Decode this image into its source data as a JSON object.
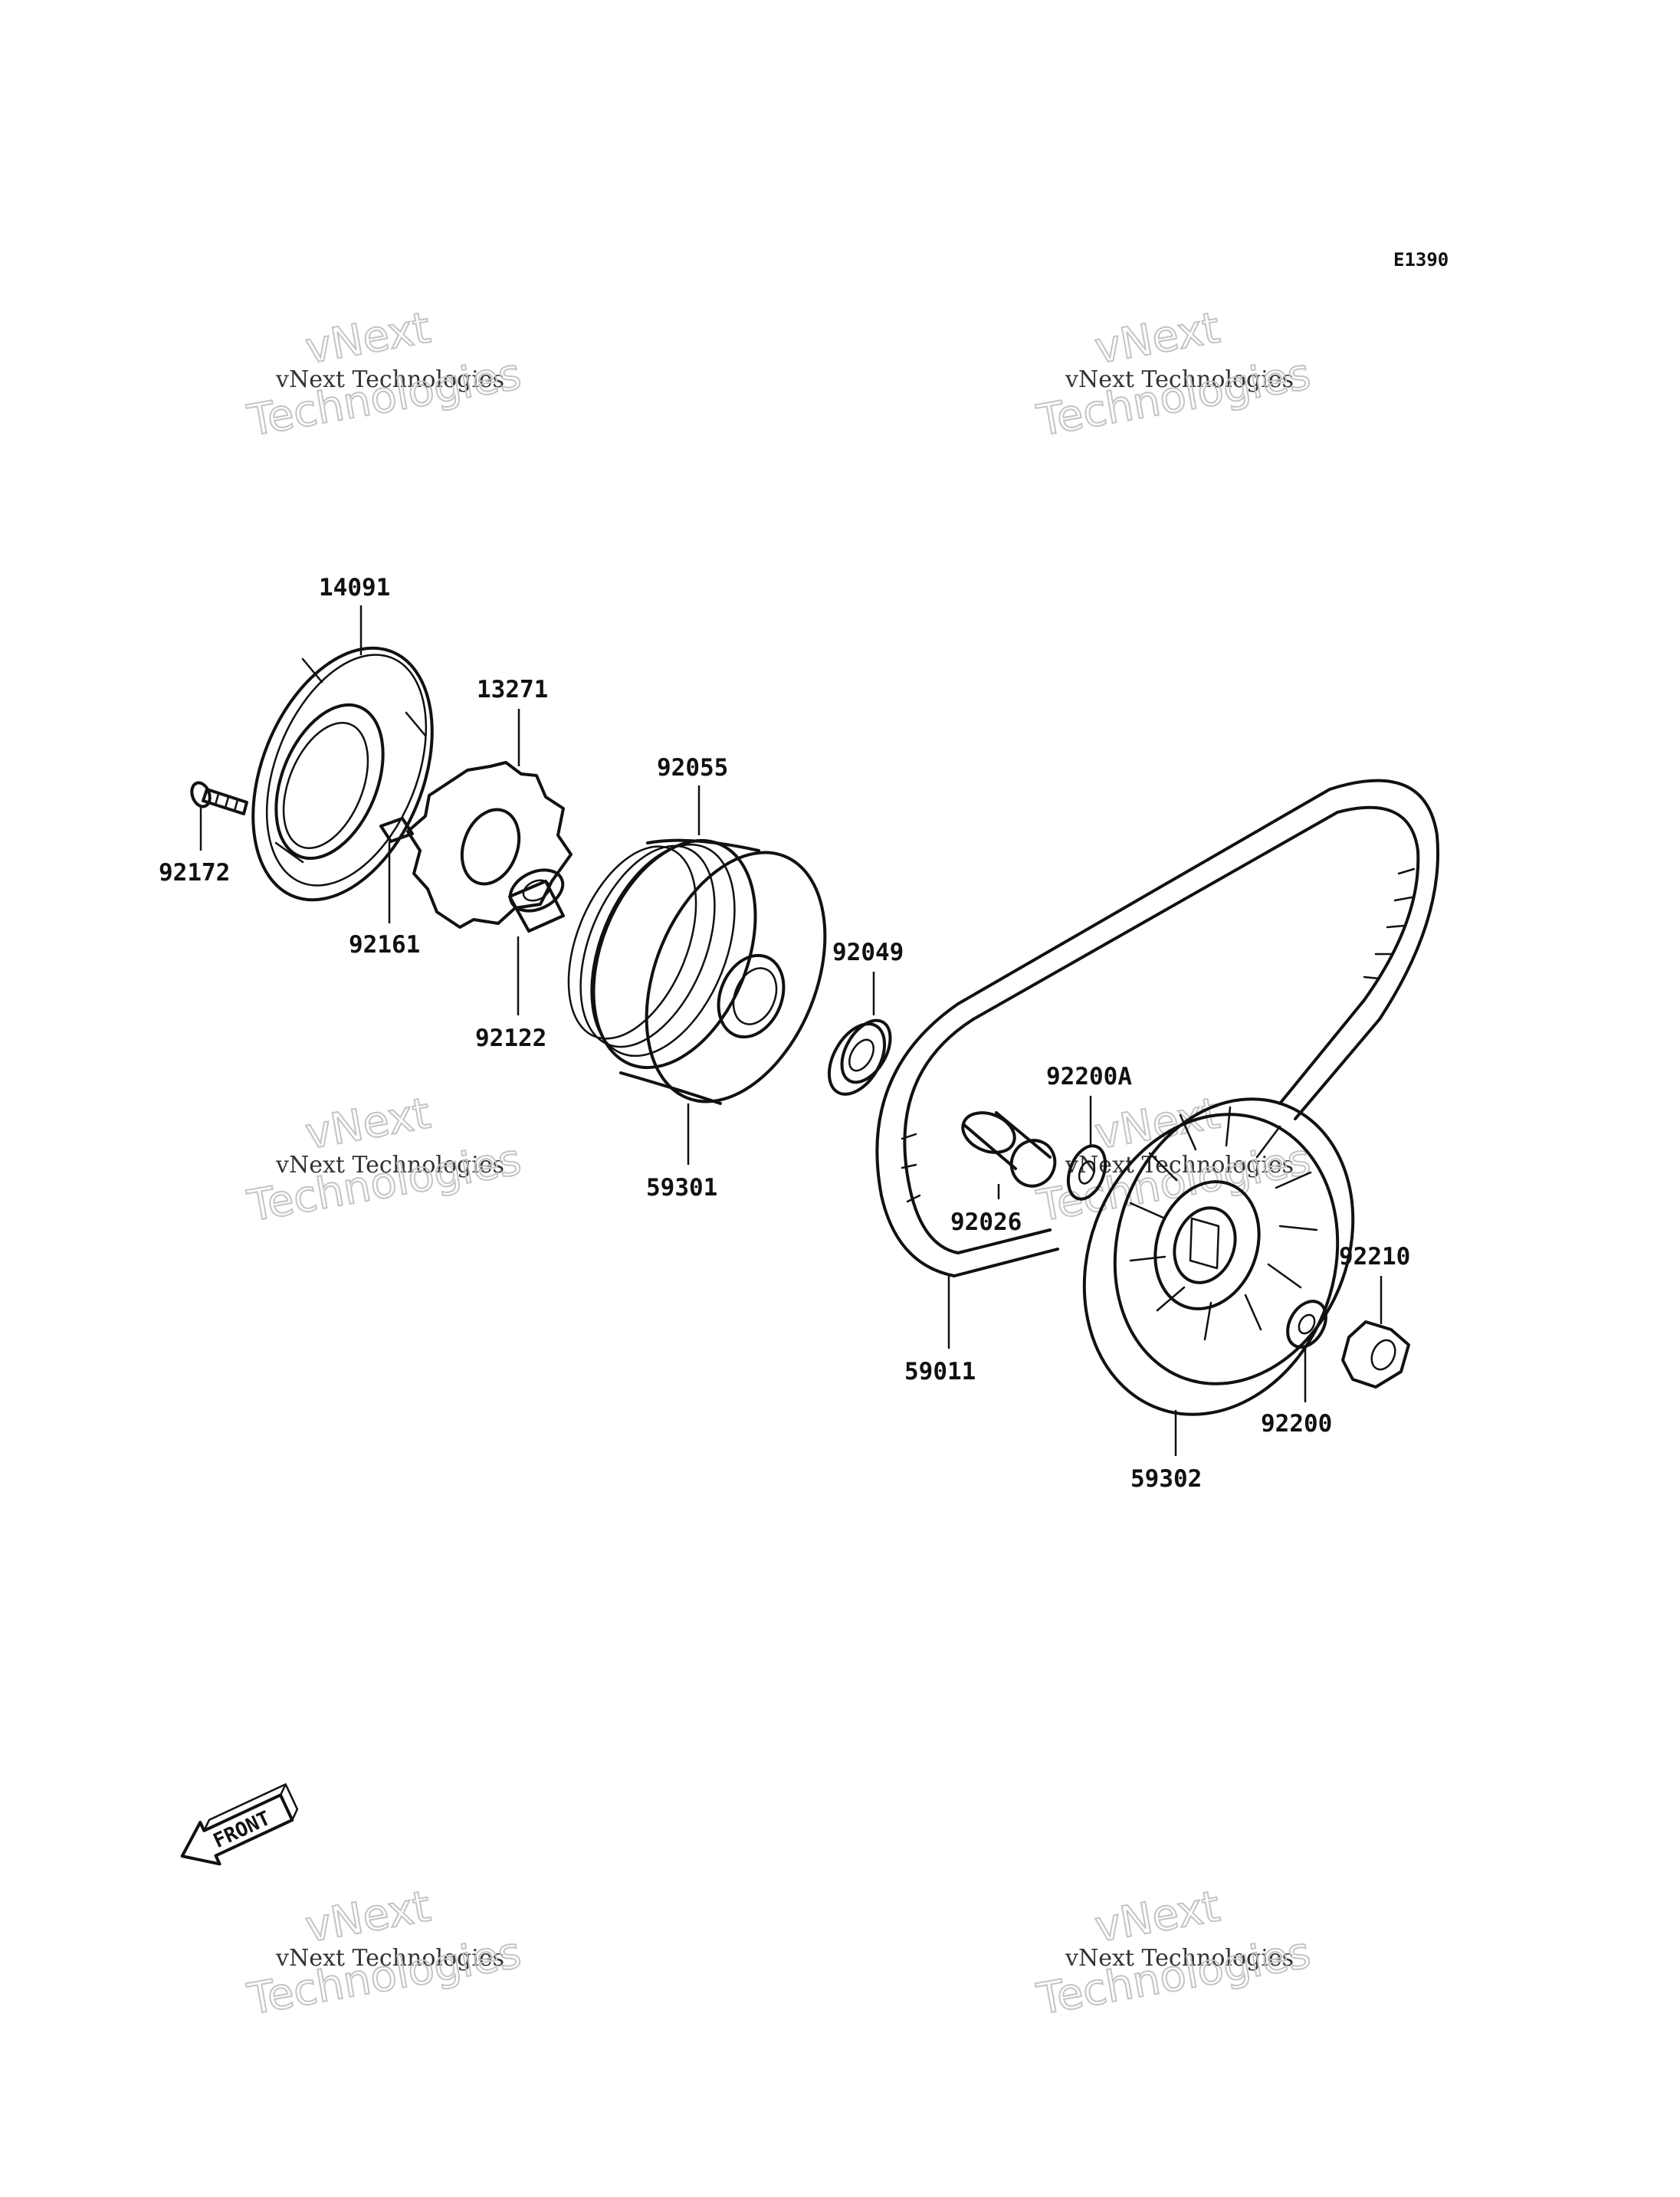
{
  "diagram_code": "E1390",
  "front_label": "FRONT",
  "watermark": {
    "line1": "vNext",
    "line2": "vNext Technologies",
    "line3": "Technologies"
  },
  "callouts": {
    "p14091": "14091",
    "p13271": "13271",
    "p92172": "92172",
    "p92161": "92161",
    "p92122": "92122",
    "p92055": "92055",
    "p59301": "59301",
    "p92049": "92049",
    "p92200A": "92200A",
    "p92026": "92026",
    "p59011": "59011",
    "p92210": "92210",
    "p92200": "92200",
    "p59302": "59302"
  },
  "colors": {
    "line": "#111111",
    "watermark_outline": "#c4c4c4",
    "background": "#ffffff"
  }
}
